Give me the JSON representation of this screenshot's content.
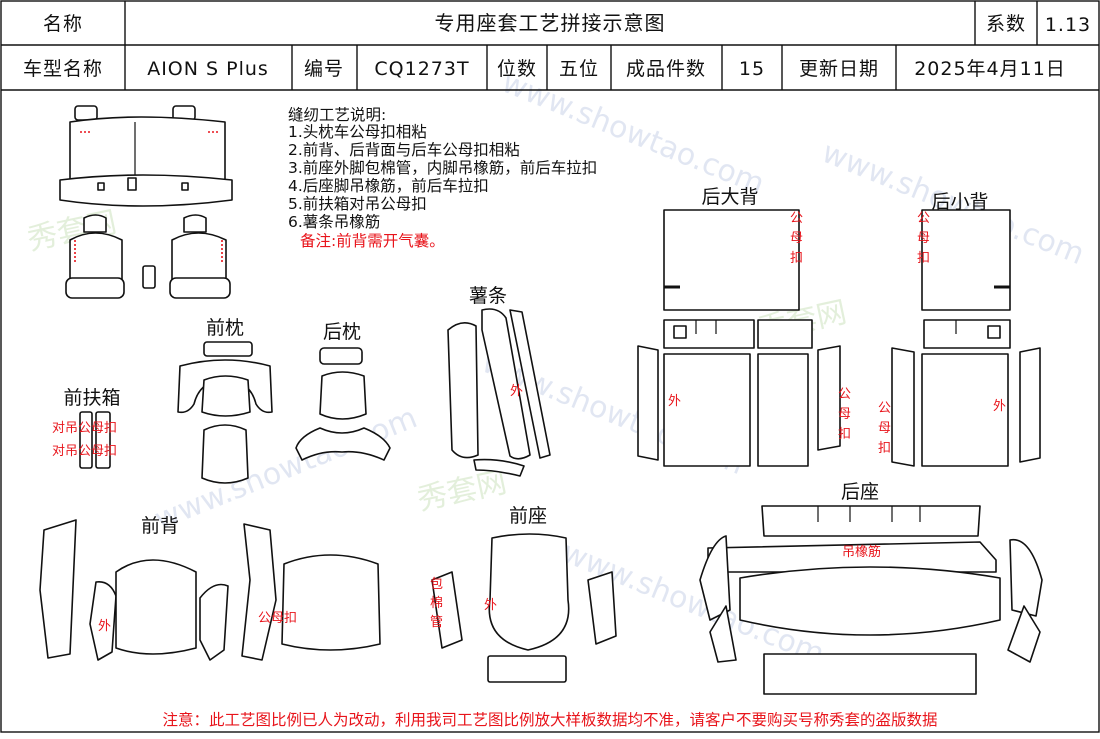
{
  "header": {
    "name_label": "名称",
    "title": "专用座套工艺拼接示意图",
    "coef_label": "系数",
    "coef_value": "1.13",
    "model_label": "车型名称",
    "model_value": "AION S Plus",
    "code_label": "编号",
    "code_value": "CQ1273T",
    "seats_label": "位数",
    "seats_value": "五位",
    "pieces_label": "成品件数",
    "pieces_value": "15",
    "date_label": "更新日期",
    "date_value": "2025年4月11日"
  },
  "instructions": {
    "heading": "缝纫工艺说明:",
    "items": [
      "1.头枕车公母扣相粘",
      "2.前背、后背面与后车公母扣相粘",
      "3.前座外脚包棉管，内脚吊橡筋，前后车拉扣",
      "4.后座脚吊橡筋，前后车拉扣",
      "5.前扶箱对吊公母扣",
      "6.薯条吊橡筋"
    ],
    "remark": "备注:前背需开气囊。"
  },
  "parts": {
    "front_pillow": "前枕",
    "rear_pillow": "后枕",
    "front_armrest": "前扶箱",
    "strip": "薯条",
    "rear_big_back": "后大背",
    "rear_small_back": "后小背",
    "front_back": "前背",
    "front_seat": "前座",
    "rear_seat": "后座"
  },
  "annotations": {
    "outer": "外",
    "snap_vertical": "公母扣",
    "snap": "公母扣",
    "armrest_snap_1": "对吊公母扣",
    "armrest_snap_2": "对吊公母扣",
    "foam_tube": "包棉管",
    "elastic": "吊橡筋"
  },
  "watermark": {
    "brand": "秀套网",
    "url": "www.showtao.com"
  },
  "footer": {
    "notice": "注意：此工艺图比例已人为改动，利用我司工艺图比例放大样板数据均不准，请客户不要购买号称秀套的盗版数据"
  },
  "colors": {
    "line": "#111111",
    "annotation_red": "#e8141b",
    "watermark_blue": "#c9d3e8"
  }
}
